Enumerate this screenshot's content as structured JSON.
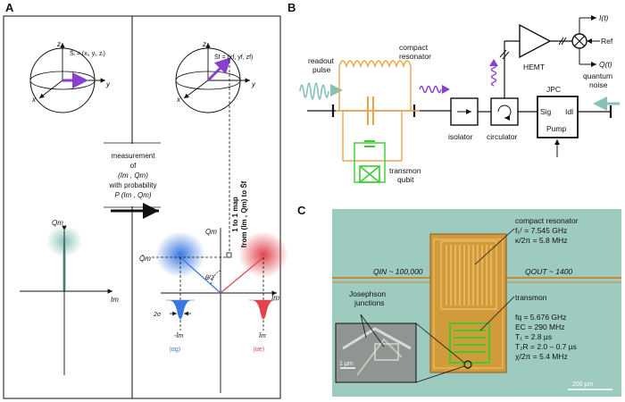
{
  "panels": {
    "a": {
      "letter": "A",
      "sphere_left_label": "S̄ᵢ = (xᵢ, yᵢ, zᵢ)",
      "sphere_right_label": "S̄f = (xf, yf, zf)",
      "axis_x": "x",
      "axis_y": "y",
      "axis_z": "z",
      "measurement_lines": [
        "measurement",
        "of",
        "(Im , Qm)",
        "with probability",
        "P (Im , Qm)"
      ],
      "map_label": "1 to 1 map",
      "map_label2": "from (Im , Qm) to S̄f",
      "q_axis": "Qm",
      "i_axis": "Im",
      "q_axis_right": "Qm",
      "i_axis_right": "Im",
      "q_bar": "Q̄m",
      "theta_half": "θ/2",
      "two_sigma": "2σ",
      "i_bar_neg": "-Īm",
      "i_bar_pos": "Īm",
      "ket_g": "|αg⟩",
      "ket_e": "|αe⟩"
    },
    "b": {
      "letter": "B",
      "readout_pulse": [
        "readout",
        "pulse"
      ],
      "compact_resonator": [
        "compact",
        "resonator"
      ],
      "transmon_qubit": [
        "transmon",
        "qubit"
      ],
      "isolator": "isolator",
      "circulator": "circulator",
      "hemt": "HEMT",
      "jpc": "JPC",
      "sig": "Sig",
      "idl": "Idl",
      "pump": "Pump",
      "quantum_noise": [
        "quantum",
        "noise"
      ],
      "i_t": "I(t)",
      "ref": "Ref",
      "q_t": "Q(t)"
    },
    "c": {
      "letter": "C",
      "compact_resonator_title": "compact resonator",
      "resonator_params": [
        "f₀ʳ = 7.545 GHz",
        "κ/2π = 5.8 MHz"
      ],
      "q_in": "QIN ~ 100,000",
      "q_out": "QOUT ~ 1400",
      "josephson": [
        "Josephson",
        "junctions"
      ],
      "transmon_title": "transmon",
      "transmon_params": [
        "fq = 5.676 GHz",
        "EC = 290 MHz",
        "T₁ = 2.8 µs",
        "T₂R = 2.0 – 0.7 µs",
        "χ/2π = 5.4 MHz"
      ],
      "scale_inset": "1 µm",
      "scale_main": "200 µm"
    }
  },
  "colors": {
    "purple": "#8a3fd1",
    "orange": "#f0a24a",
    "green": "#3ccc2e",
    "teal": "#86c0b6",
    "blue": "#3a78e0",
    "red": "#e0454e",
    "chip_bg": "#9ecbbf",
    "gold": "#c98a2e"
  }
}
